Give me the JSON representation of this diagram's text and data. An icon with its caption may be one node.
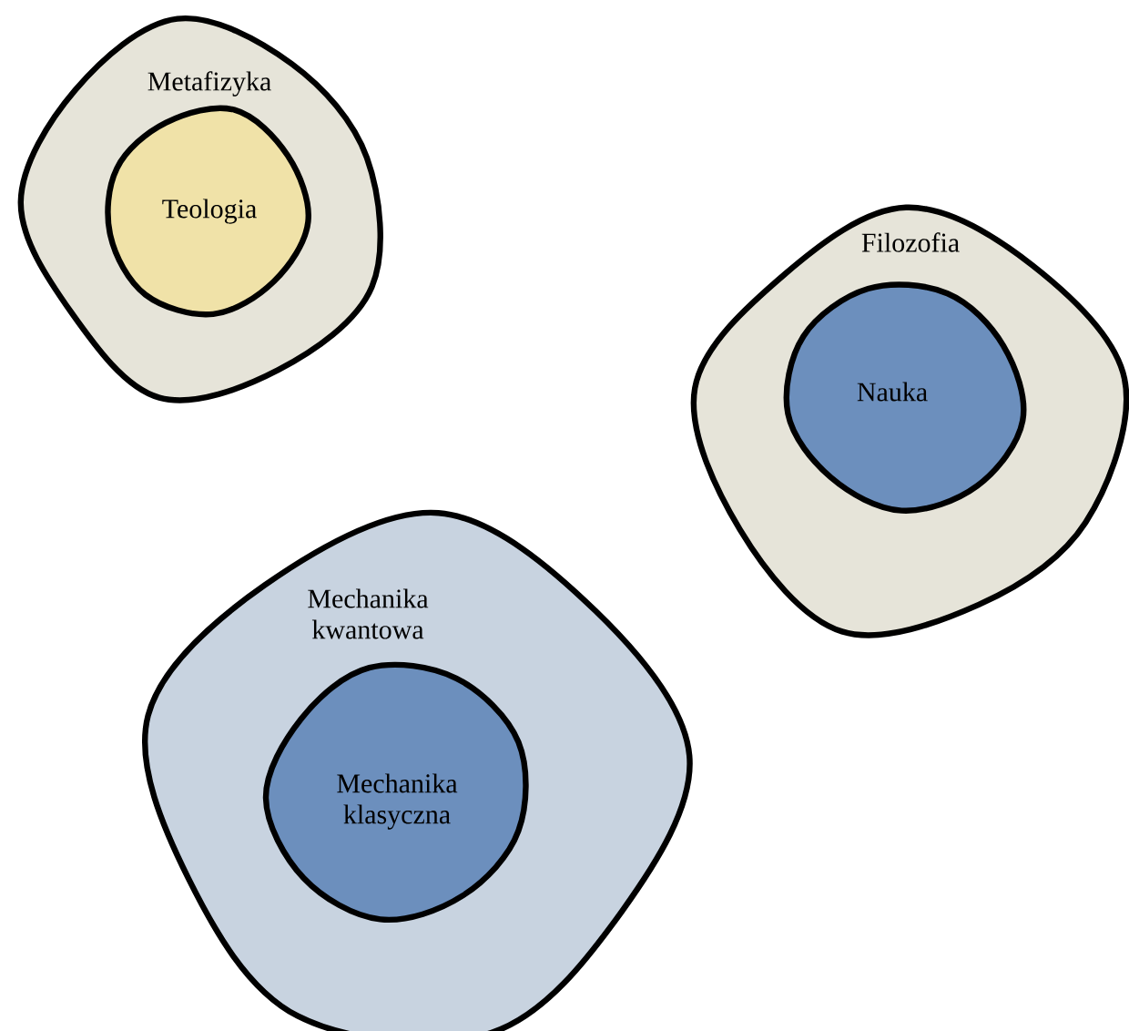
{
  "diagram": {
    "nodes": [
      {
        "text": [
          "Metafizyka"
        ]
      },
      {
        "text": [
          "Teologia"
        ],
        "in": 0
      },
      {
        "text": [
          "Filozofia"
        ]
      },
      {
        "text": [
          "Nauka"
        ],
        "in": 2
      },
      {
        "text": [
          "Mechanika kwantowa"
        ]
      },
      {
        "text": [
          "Mechanika klasyczna"
        ],
        "in": 4
      }
    ]
  }
}
